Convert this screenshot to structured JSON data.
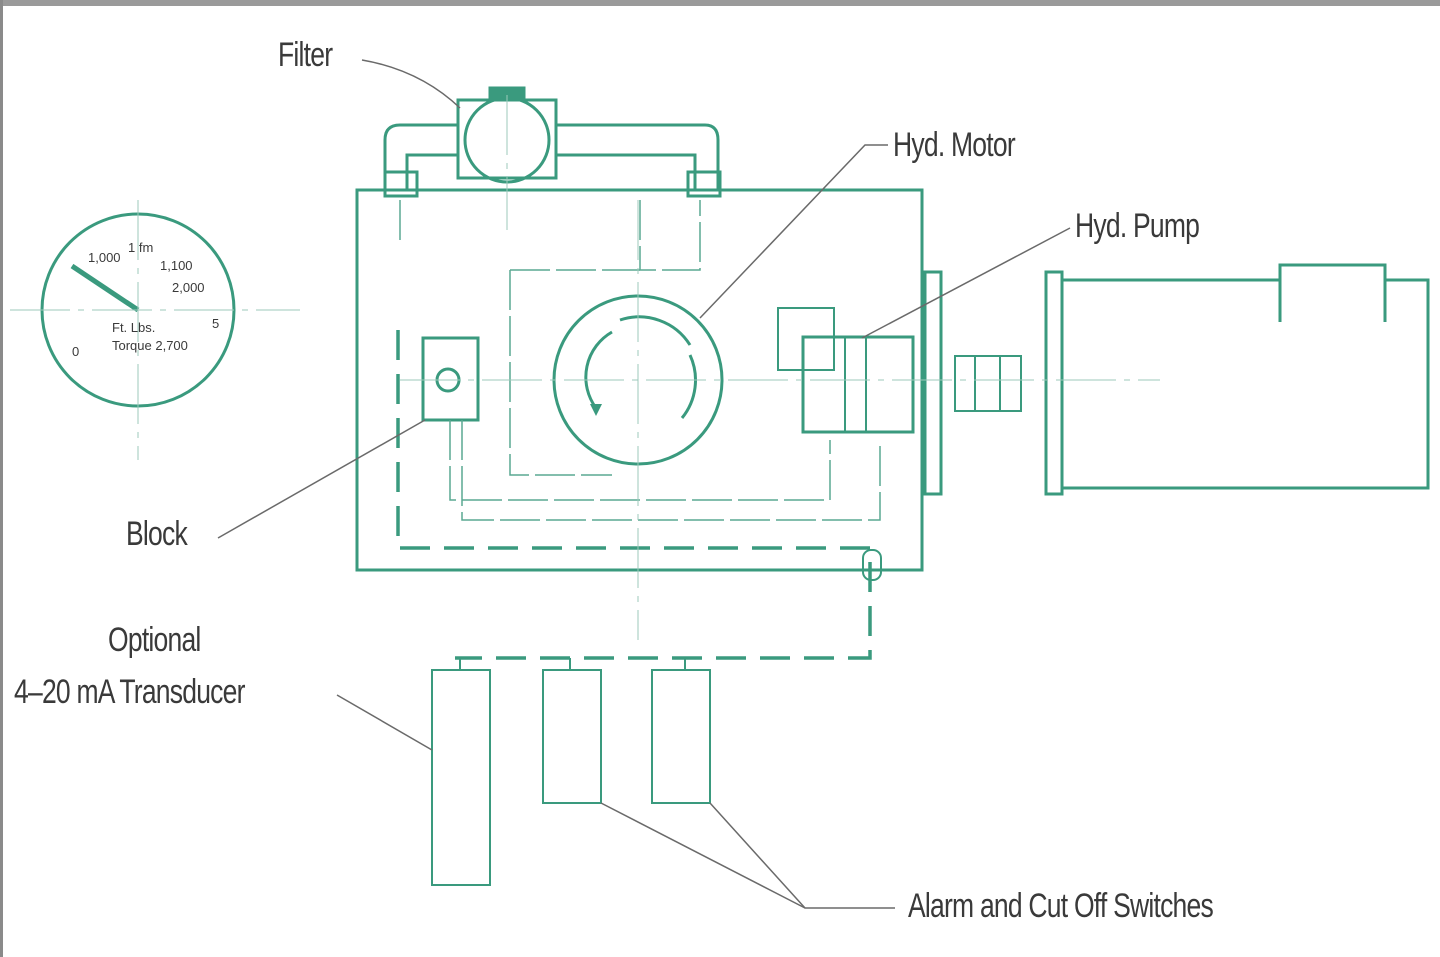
{
  "diagram": {
    "labels": {
      "filter": "Filter",
      "hyd_motor": "Hyd. Motor",
      "hyd_pump": "Hyd. Pump",
      "block": "Block",
      "optional_line1": "Optional",
      "optional_line2": "4–20 mA Transducer",
      "switches": "Alarm and Cut Off Switches"
    },
    "gauge": {
      "text_top_left": "1,000",
      "text_top": "1 fm",
      "text_top_right": "1,100",
      "text_right": "2,000",
      "text_mid": "Ft. Lbs.",
      "text_bottom": "Torque 2,700",
      "text_left_zero": "0",
      "text_right_five": "5"
    },
    "colors": {
      "line": "#3a9a7e",
      "leader": "#6a6a6a",
      "text": "#3a3a3a"
    }
  }
}
